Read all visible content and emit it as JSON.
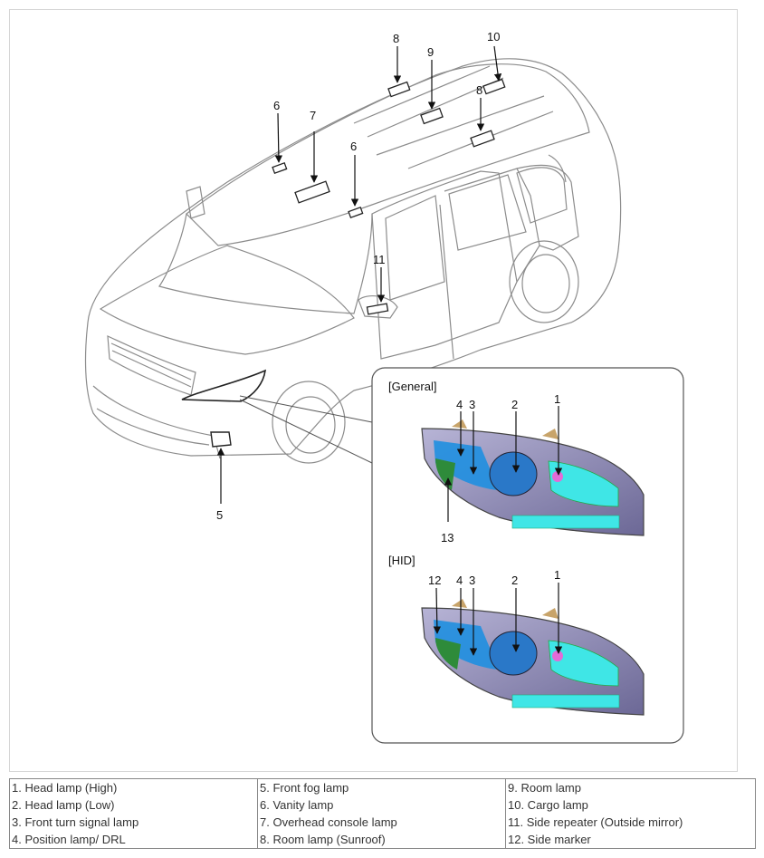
{
  "figure": {
    "inset_titles": {
      "general": "[General]",
      "hid": "[HID]"
    },
    "callouts": {
      "c8a": "8",
      "c9": "9",
      "c10": "10",
      "c8b": "8",
      "c6a": "6",
      "c7": "7",
      "c6b": "6",
      "c11": "11",
      "c5": "5",
      "g4": "4",
      "g3": "3",
      "g2": "2",
      "g1": "1",
      "g13": "13",
      "h12": "12",
      "h4": "4",
      "h3": "3",
      "h2": "2",
      "h1": "1"
    }
  },
  "legend": {
    "rows": [
      [
        "1. Head lamp (High)",
        "5. Front fog lamp",
        "9. Room lamp"
      ],
      [
        "2. Head lamp (Low)",
        "6. Vanity lamp",
        "10. Cargo lamp"
      ],
      [
        "3. Front turn signal lamp",
        "7. Overhead console lamp",
        "11. Side repeater (Outside mirror)"
      ],
      [
        "4. Position lamp/ DRL",
        "8. Room lamp (Sunroof)",
        "12. Side marker"
      ]
    ]
  },
  "colors": {
    "outline": "#888888",
    "lens_blue": "#1f8fe0",
    "lens_cyan": "#3fe6e6",
    "drl_green": "#2e8b3a",
    "highbeam_pink": "#e46ad6",
    "bracket_tan": "#c8a46a",
    "housing_purple": "#8a86b6"
  }
}
